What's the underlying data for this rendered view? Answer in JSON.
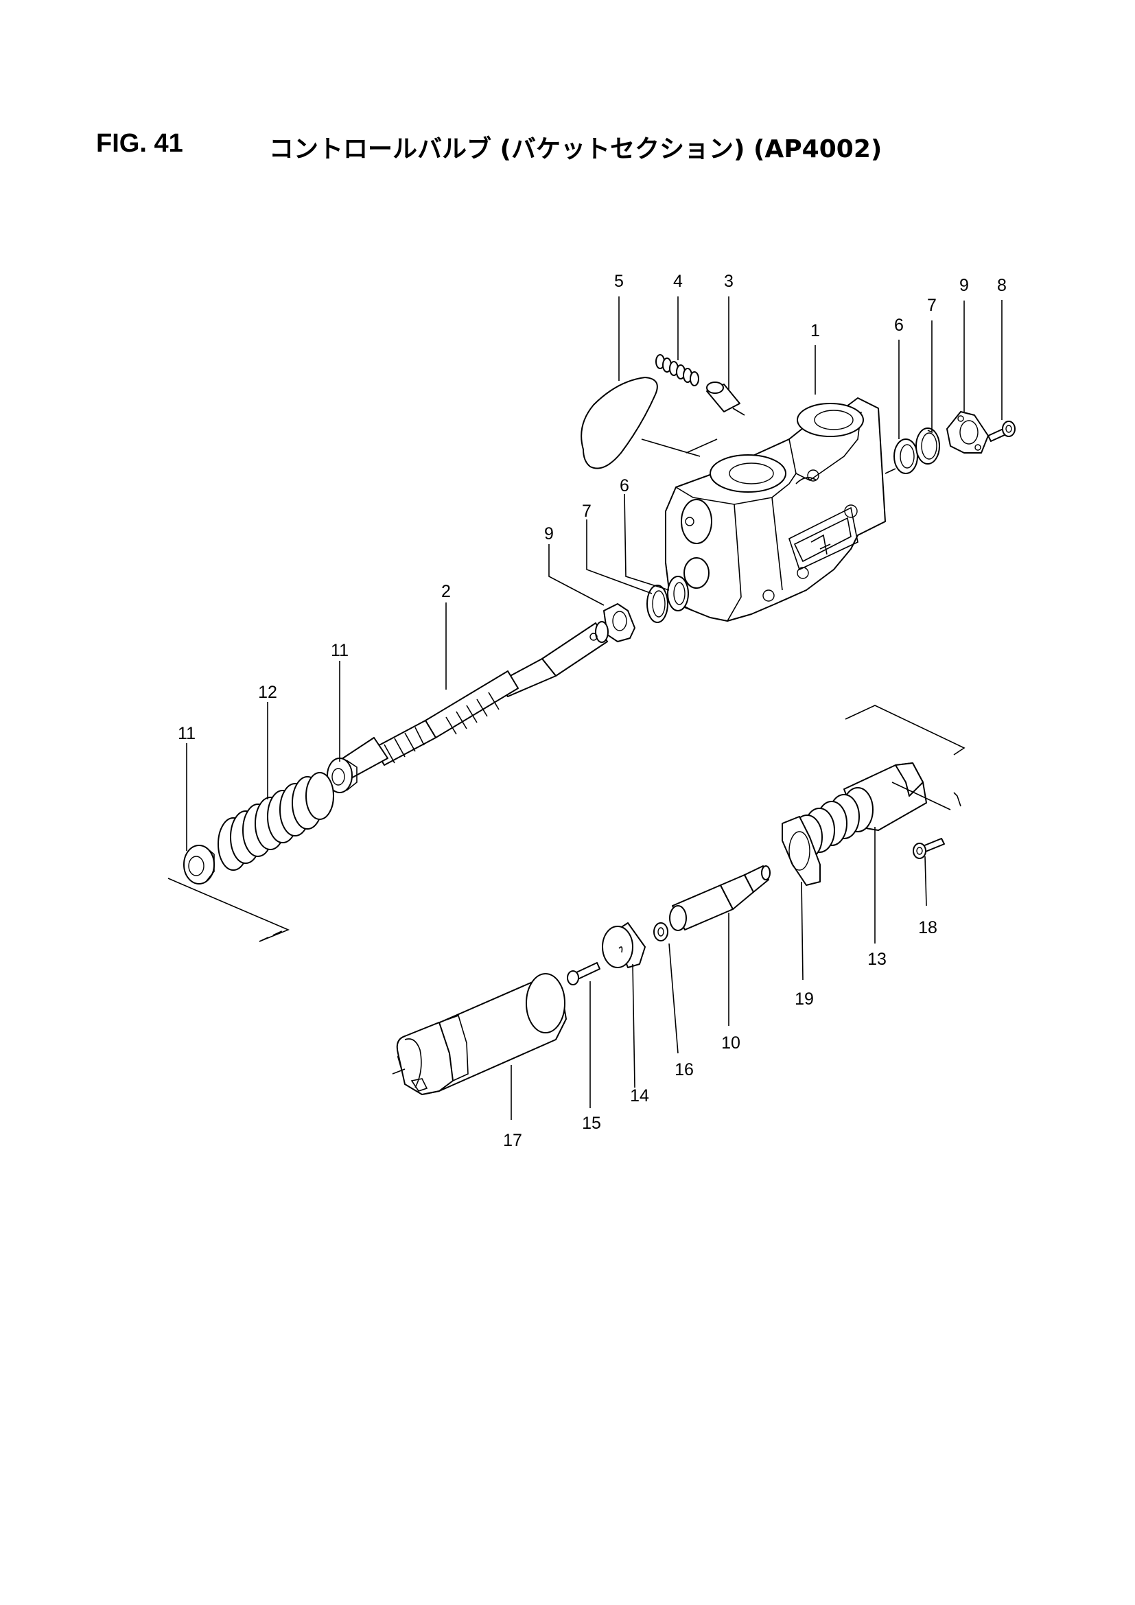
{
  "header": {
    "figure_number": "FIG. 41",
    "title": "コントロールバルブ (バケットセクション) (AP4002)"
  },
  "callouts": [
    {
      "id": "c5",
      "text": "5"
    },
    {
      "id": "c4",
      "text": "4"
    },
    {
      "id": "c3",
      "text": "3"
    },
    {
      "id": "c1",
      "text": "1"
    },
    {
      "id": "c6a",
      "text": "6"
    },
    {
      "id": "c7a",
      "text": "7"
    },
    {
      "id": "c9a",
      "text": "9"
    },
    {
      "id": "c8",
      "text": "8"
    },
    {
      "id": "c6b",
      "text": "6"
    },
    {
      "id": "c7b",
      "text": "7"
    },
    {
      "id": "c9b",
      "text": "9"
    },
    {
      "id": "c2",
      "text": "2"
    },
    {
      "id": "c11a",
      "text": "11"
    },
    {
      "id": "c12",
      "text": "12"
    },
    {
      "id": "c11b",
      "text": "11"
    },
    {
      "id": "c18",
      "text": "18"
    },
    {
      "id": "c13",
      "text": "13"
    },
    {
      "id": "c19",
      "text": "19"
    },
    {
      "id": "c10",
      "text": "10"
    },
    {
      "id": "c16",
      "text": "16"
    },
    {
      "id": "c14",
      "text": "14"
    },
    {
      "id": "c15",
      "text": "15"
    },
    {
      "id": "c17",
      "text": "17"
    }
  ]
}
